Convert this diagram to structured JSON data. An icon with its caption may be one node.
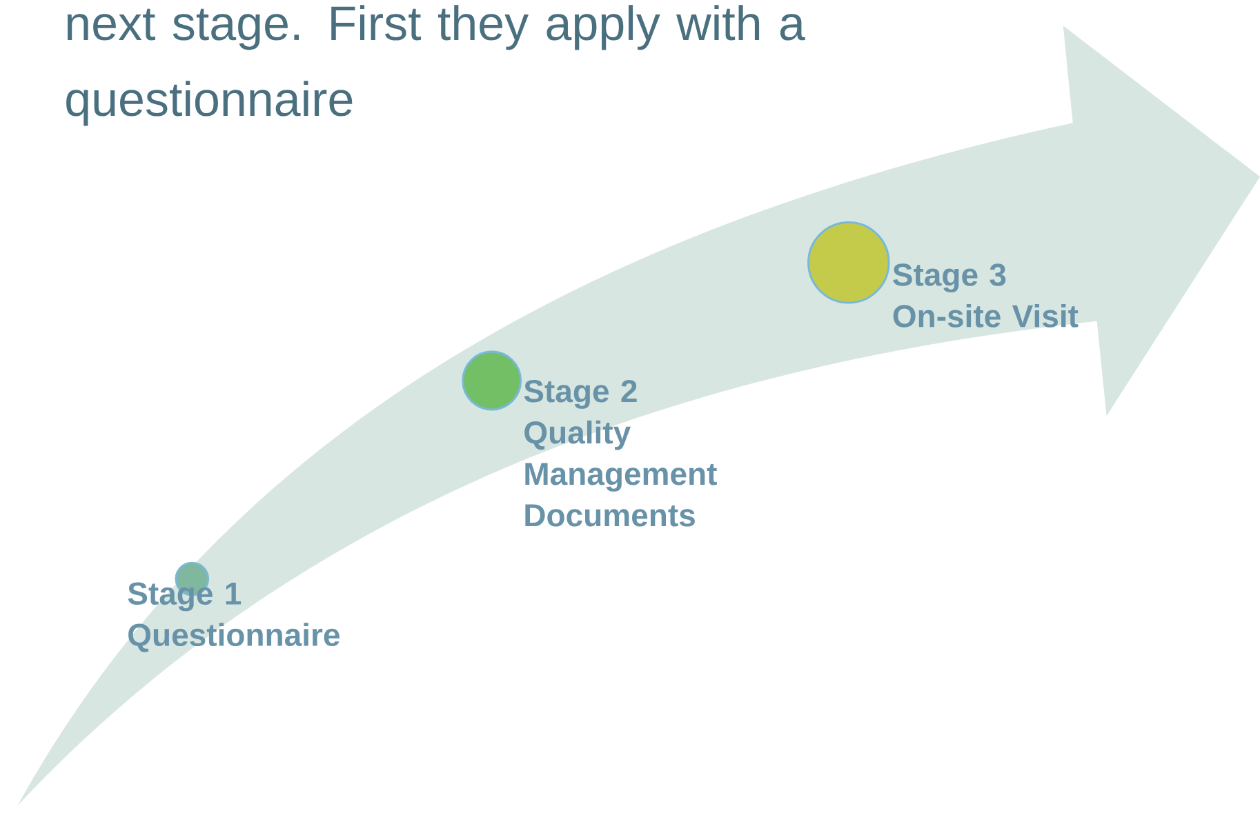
{
  "diagram": {
    "nodes": [
      {
        "text": [],
        "shape": "circle",
        "beside": [
          "Stage 1",
          "Questionnaire"
        ]
      },
      {
        "text": [],
        "shape": "circle",
        "beside": [
          "Stage 2",
          "Quality Management Documents"
        ]
      },
      {
        "text": [],
        "shape": "circle",
        "beside": [
          "Stage 3",
          "On-site Visit"
        ]
      }
    ],
    "labels": [
      "next stage. First they apply with a questionnaire"
    ]
  }
}
